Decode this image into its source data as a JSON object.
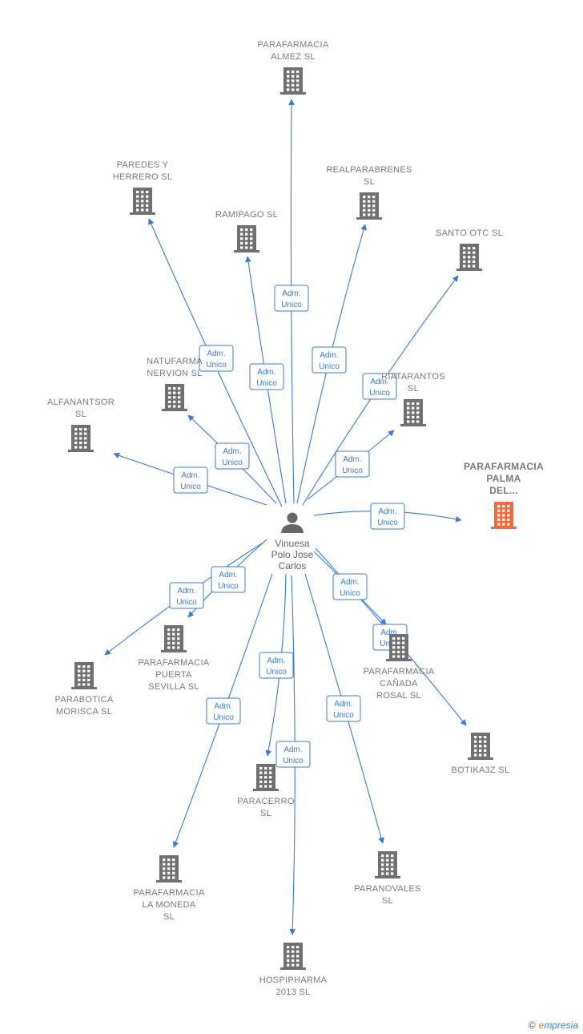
{
  "person": {
    "lines": [
      "Vinuesa",
      "Polo Jose",
      "Carlos"
    ]
  },
  "role": [
    "Adm.",
    "Unico"
  ],
  "colors": {
    "edge": "#3a7bd5",
    "building": "#707070",
    "highlight": "#f26a3d",
    "person": "#666666"
  },
  "companies": [
    {
      "id": "almez",
      "lines": [
        "PARAFARMACIA",
        "ALMEZ  SL"
      ]
    },
    {
      "id": "paredes",
      "lines": [
        "PAREDES Y",
        "HERRERO  SL"
      ]
    },
    {
      "id": "realparabrenes",
      "lines": [
        "REALPARABRENES",
        "SL"
      ]
    },
    {
      "id": "ramipago",
      "lines": [
        "RAMIPAGO  SL"
      ]
    },
    {
      "id": "santo-otc",
      "lines": [
        "SANTO OTC  SL"
      ]
    },
    {
      "id": "natufarma",
      "lines": [
        "NATUFARMA",
        "NERVION  SL"
      ]
    },
    {
      "id": "riatarantos",
      "lines": [
        "RIATARANTOS",
        "SL"
      ]
    },
    {
      "id": "alfanantsor",
      "lines": [
        "ALFANANTSOR",
        "SL"
      ]
    },
    {
      "id": "palma",
      "lines": [
        "PARAFARMACIA",
        "PALMA",
        "DEL..."
      ],
      "highlight": true
    },
    {
      "id": "puerta",
      "lines": [
        "PARAFARMACIA",
        "PUERTA",
        "SEVILLA  SL"
      ]
    },
    {
      "id": "morisca",
      "lines": [
        "PARABOTICA",
        "MORISCA  SL"
      ]
    },
    {
      "id": "canada",
      "lines": [
        "PARAFARMACIA",
        "CAÑADA",
        "ROSAL  SL"
      ]
    },
    {
      "id": "botika3z",
      "lines": [
        "BOTIKA3Z  SL"
      ]
    },
    {
      "id": "paracerro",
      "lines": [
        "PARACERRO",
        "SL"
      ]
    },
    {
      "id": "moneda",
      "lines": [
        "PARAFARMACIA",
        "LA MONEDA",
        "SL"
      ]
    },
    {
      "id": "paranovales",
      "lines": [
        "PARANOVALES",
        "SL"
      ]
    },
    {
      "id": "hospipharma",
      "lines": [
        "HOSPIPHARMA",
        "2013  SL"
      ]
    }
  ],
  "footer": {
    "copyright": "©",
    "brand_e": "e",
    "brand_rest": "mpresia"
  }
}
